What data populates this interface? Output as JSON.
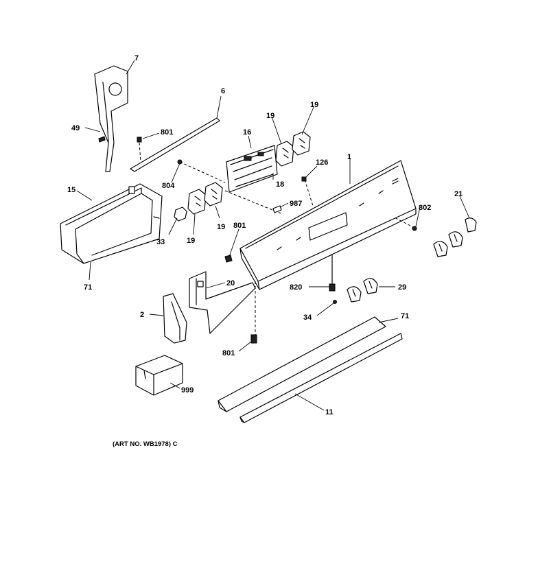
{
  "callouts": {
    "c7": "7",
    "c6": "6",
    "c49": "49",
    "c801a": "801",
    "c16": "16",
    "c19a": "19",
    "c19b": "19",
    "c126": "126",
    "c1": "1",
    "c15": "15",
    "c804": "804",
    "c18": "18",
    "c987": "987",
    "c21": "21",
    "c802": "802",
    "c33": "33",
    "c19c": "19",
    "c19d": "19",
    "c801b": "801",
    "c71a": "71",
    "c20": "20",
    "c820": "820",
    "c29": "29",
    "c2": "2",
    "c34": "34",
    "c71b": "71",
    "c801c": "801",
    "c999": "999",
    "c11": "11"
  },
  "art_number": "(ART NO. WB1978) C"
}
